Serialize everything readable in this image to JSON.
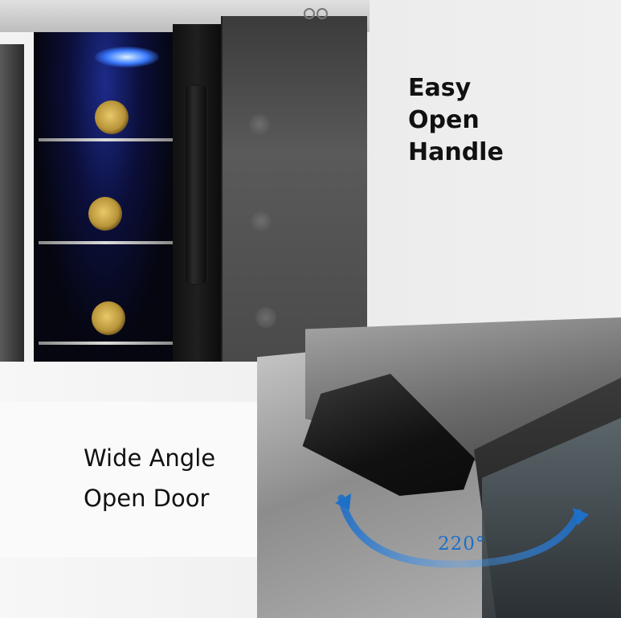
{
  "features": {
    "handle": {
      "lines": [
        "Easy",
        "Open",
        "Handle"
      ]
    },
    "door": {
      "lines": [
        "Wide Angle",
        "Open Door"
      ],
      "angle_label": "220°"
    }
  },
  "colors": {
    "interior_light": "#3a7bff",
    "angle_arrow": "#1d6fc8",
    "text": "#111111",
    "background": "#f4f4f4"
  }
}
